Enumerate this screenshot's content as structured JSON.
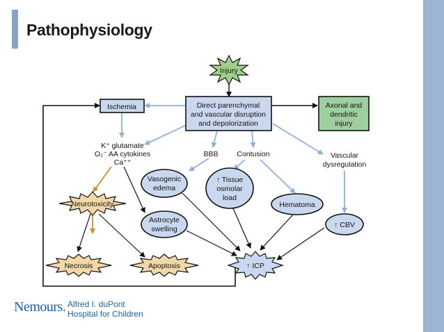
{
  "slide": {
    "title": "Pathophysiology"
  },
  "nodes": {
    "injury": "Injury",
    "direct_line1": "Direct parenchymal",
    "direct_line2": "and vascular disruption",
    "direct_line3": "and depolorization",
    "ischemia": "Ischemia",
    "axonal_line1": "Axonal and",
    "axonal_line2": "dendritic",
    "axonal_line3": "injury",
    "glutamate_line1": "K⁺ glutamate",
    "glutamate_line2": "O₂⁻ AA cytokines",
    "glutamate_line3": "Ca⁺⁺",
    "bbb": "BBB",
    "contusion": "Contusion",
    "vascular_line1": "Vascular",
    "vascular_line2": "dysregulation",
    "vasogenic_line1": "Vasogenic",
    "vasogenic_line2": "edema",
    "tissue_line1": "↑ Tissue",
    "tissue_line2": "osmolar",
    "tissue_line3": "load",
    "hematoma": "Hematoma",
    "neurotoxicity": "Neurotoxicity",
    "astrocyte_line1": "Astrocyte",
    "astrocyte_line2": "swelling",
    "cbv": "↑ CBV",
    "necrosis": "Necrosis",
    "apoptosis": "Apoptosis",
    "icp": "↑ ICP"
  },
  "footer": {
    "logo": "Nemours.",
    "hospital_line1": "Alfred I. duPont",
    "hospital_line2": "Hospital for Children"
  },
  "colors": {
    "blue_box": "#c9d8ef",
    "green_box": "#9fcf9f",
    "star_green": "#9fd08a",
    "star_tan": "#f2d8a8",
    "oval_blue": "#c9d8ef",
    "arrow_blue": "#8fb0d8",
    "arrow_gold": "#c8922a",
    "brand_blue": "#1b63a8",
    "accent_bar": "#9db4d2"
  }
}
